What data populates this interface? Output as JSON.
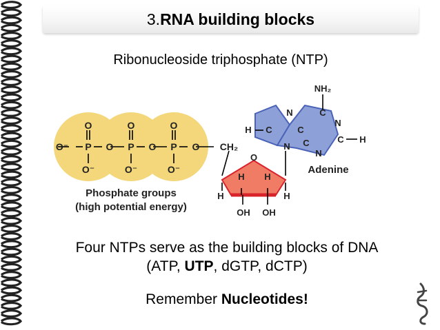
{
  "title": {
    "number": "3.",
    "text": "RNA building blocks"
  },
  "subtitle": "Ribonucleoside triphosphate (NTP)",
  "diagram": {
    "phosphate": {
      "o": "O",
      "o_minus": "O⁻",
      "p": "P",
      "ch2": "CH₂",
      "caption_line1": "Phosphate groups",
      "caption_line2": "(high potential energy)"
    },
    "sugar": {
      "h": "H",
      "o": "O",
      "oh": "OH"
    },
    "base": {
      "nh2": "NH₂",
      "n": "N",
      "c": "C",
      "h": "H",
      "name": "Adenine"
    },
    "colors": {
      "phosphate": "#f3d77a",
      "sugar": "#f07c65",
      "sugar_edge": "#d8232a",
      "base": "#8ea0d8",
      "base_edge": "#4a63b8"
    }
  },
  "body": {
    "line1": "Four NTPs serve as the building blocks of DNA",
    "line2_pre": "(ATP, ",
    "line2_bold": "UTP",
    "line2_post": ", dGTP, dCTP)",
    "line3_pre": "Remember ",
    "line3_bold": "Nucleotides!"
  }
}
